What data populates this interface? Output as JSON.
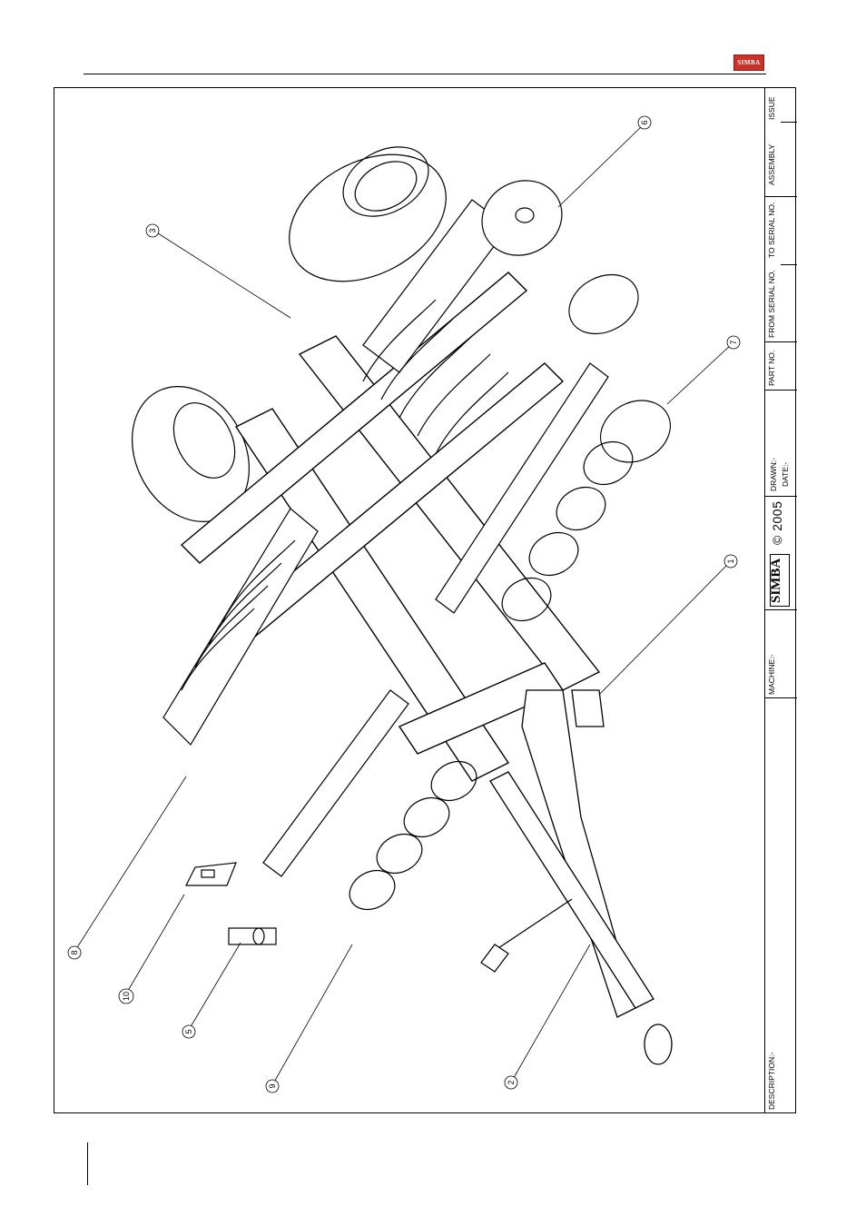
{
  "header": {
    "logo_text": "SIMBA"
  },
  "title_block": {
    "issue_label": "ISSUE",
    "assembly_label": "ASSEMBLY",
    "to_serial_label": "TO SERIAL NO.",
    "from_serial_label": "FROM SERIAL NO.",
    "part_no_label": "PART NO.",
    "drawn_label": "DRAWN:-",
    "date_label": "DATE:-",
    "brand": "SIMBA",
    "copyright": "© 2005",
    "machine_label": "MACHINE:-",
    "description_label": "DESCRIPTION:-"
  },
  "callouts": [
    "1",
    "2",
    "3",
    "5",
    "6",
    "7",
    "8",
    "9",
    "10"
  ]
}
